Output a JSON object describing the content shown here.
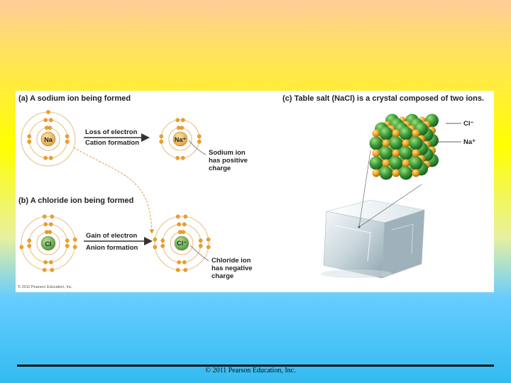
{
  "panel_a": {
    "title": "(a) A sodium ion being formed",
    "atom_symbol": "Na",
    "ion_symbol": "Na⁺",
    "arrow_label_1": "Loss of electron",
    "arrow_label_2": "Cation formation",
    "callout": [
      "Sodium ion",
      "has positive",
      "charge"
    ]
  },
  "panel_b": {
    "title": "(b) A chloride ion being formed",
    "atom_symbol": "Cl",
    "ion_symbol": "Cl⁻",
    "arrow_label_1": "Gain of electron",
    "arrow_label_2": "Anion formation",
    "callout": [
      "Chloride ion",
      "has negative",
      "charge"
    ]
  },
  "panel_c": {
    "title": "(c) Table salt (NaCl) is a crystal composed of two ions.",
    "label_cl": "Cl⁻",
    "label_na": "Na⁺"
  },
  "figure_credit": "© 2011 Pearson Education, Inc.",
  "footer": "© 2011 Pearson Education, Inc.",
  "colors": {
    "electron": "#f0a020",
    "orbit": "#e8c080",
    "sodium_nucleus": "#f5c060",
    "chlorine_nucleus": "#6cbf4a",
    "cl_sphere": "#3a9a3a",
    "na_sphere": "#e8a020"
  }
}
